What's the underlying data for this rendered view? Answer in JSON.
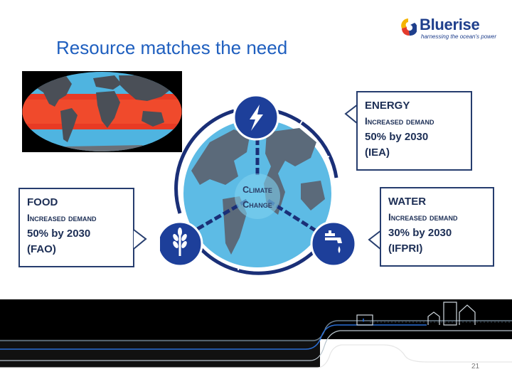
{
  "brand": {
    "name": "Bluerise",
    "tagline": "harnessing the ocean's power",
    "colors": {
      "primary": "#1f3f8c",
      "accent_red": "#e53b2c",
      "accent_yellow": "#f5b400",
      "title": "#1f5fbf"
    }
  },
  "slide": {
    "title": "Resource matches the need",
    "page_number": "21"
  },
  "diagram": {
    "center_line1": "Climate",
    "center_line2": "Change",
    "nodes": [
      {
        "id": "energy",
        "icon": "lightning-icon"
      },
      {
        "id": "food",
        "icon": "wheat-icon"
      },
      {
        "id": "water",
        "icon": "faucet-icon"
      }
    ],
    "colors": {
      "node": "#1d3f9a",
      "ring": "#1a2f77",
      "globe": "#5dbbe5",
      "land": "#5b6a7a"
    }
  },
  "callouts": {
    "energy": {
      "title": "ENERGY",
      "line2": "Increased demand",
      "line3": "50% by 2030",
      "line4": "(IEA)"
    },
    "food": {
      "title": "FOOD",
      "line2": "Increased demand",
      "line3": "50% by 2030",
      "line4": "(FAO)"
    },
    "water": {
      "title": "WATER",
      "line2": "Increased demand",
      "line3": "30% by 2030",
      "line4": "(IFPRI)"
    }
  }
}
